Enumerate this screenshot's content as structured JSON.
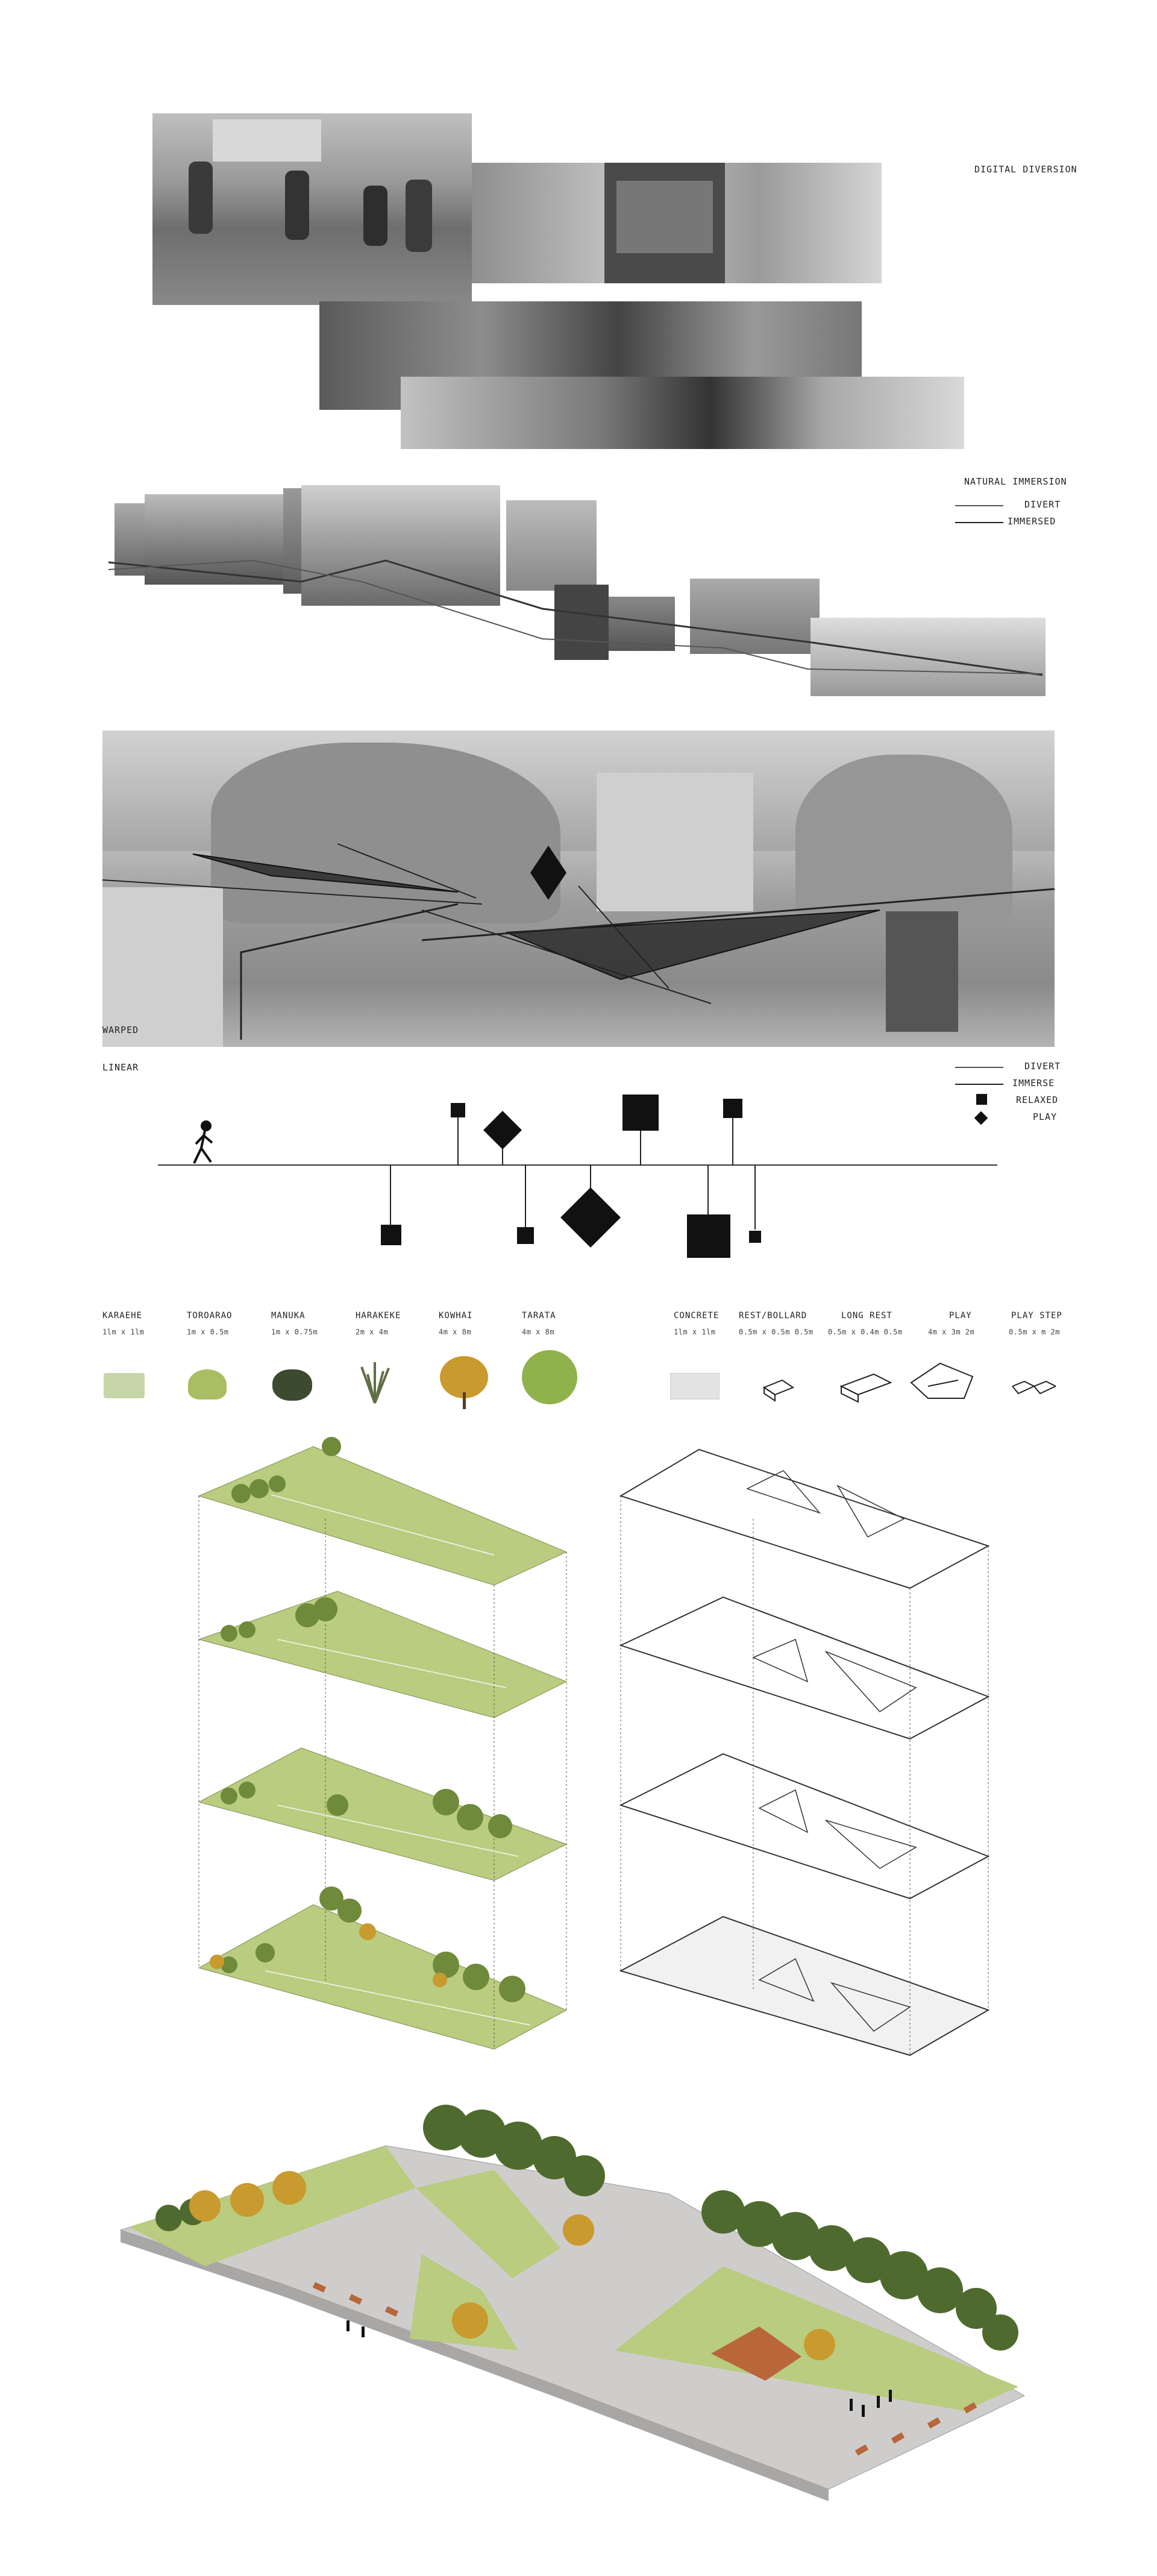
{
  "sections": {
    "digital_diversion": {
      "title": "DIGITAL DIVERSION"
    },
    "natural_immersion": {
      "title": "NATURAL IMMERSION",
      "legend": [
        "DIVERT",
        "IMMERSED"
      ]
    },
    "warped": {
      "title": "WARPED"
    },
    "linear": {
      "title": "LINEAR",
      "legend": [
        "DIVERT",
        "IMMERSE",
        "RELAXED",
        "PLAY"
      ]
    }
  },
  "plants": [
    {
      "name": "KARAEHE",
      "size": "1lm x 1lm",
      "color": "#c7d6a8"
    },
    {
      "name": "TOROARAO",
      "size": "1m x 0.5m",
      "color": "#a9bd63"
    },
    {
      "name": "MANUKA",
      "size": "1m x 0.75m",
      "color": "#3c4a30"
    },
    {
      "name": "HARAKEKE",
      "size": "2m x 4m",
      "color": "#5f7044"
    },
    {
      "name": "KOWHAI",
      "size": "4m x 8m",
      "color": "#c99a2e"
    },
    {
      "name": "TARATA",
      "size": "4m x 8m",
      "color": "#8fb24a"
    }
  ],
  "materials": [
    {
      "name": "CONCRETE",
      "size": "1lm x 1lm"
    },
    {
      "name": "REST/BOLLARD",
      "size": "0.5m x 0.5m 0.5m"
    },
    {
      "name": "LONG REST",
      "size": "0.5m x 0.4m 0.5m"
    },
    {
      "name": "PLAY",
      "size": "4m x 3m 2m"
    },
    {
      "name": "PLAY STEP",
      "size": "0.5m x m 2m"
    }
  ],
  "colors": {
    "grass": "#b9cc7f",
    "paving": "#cfcdcc",
    "timber": "#b9663a",
    "ink": "#1a1a1a"
  },
  "icons": [
    "walking-person-icon",
    "square-marker-icon",
    "diamond-marker-icon"
  ]
}
